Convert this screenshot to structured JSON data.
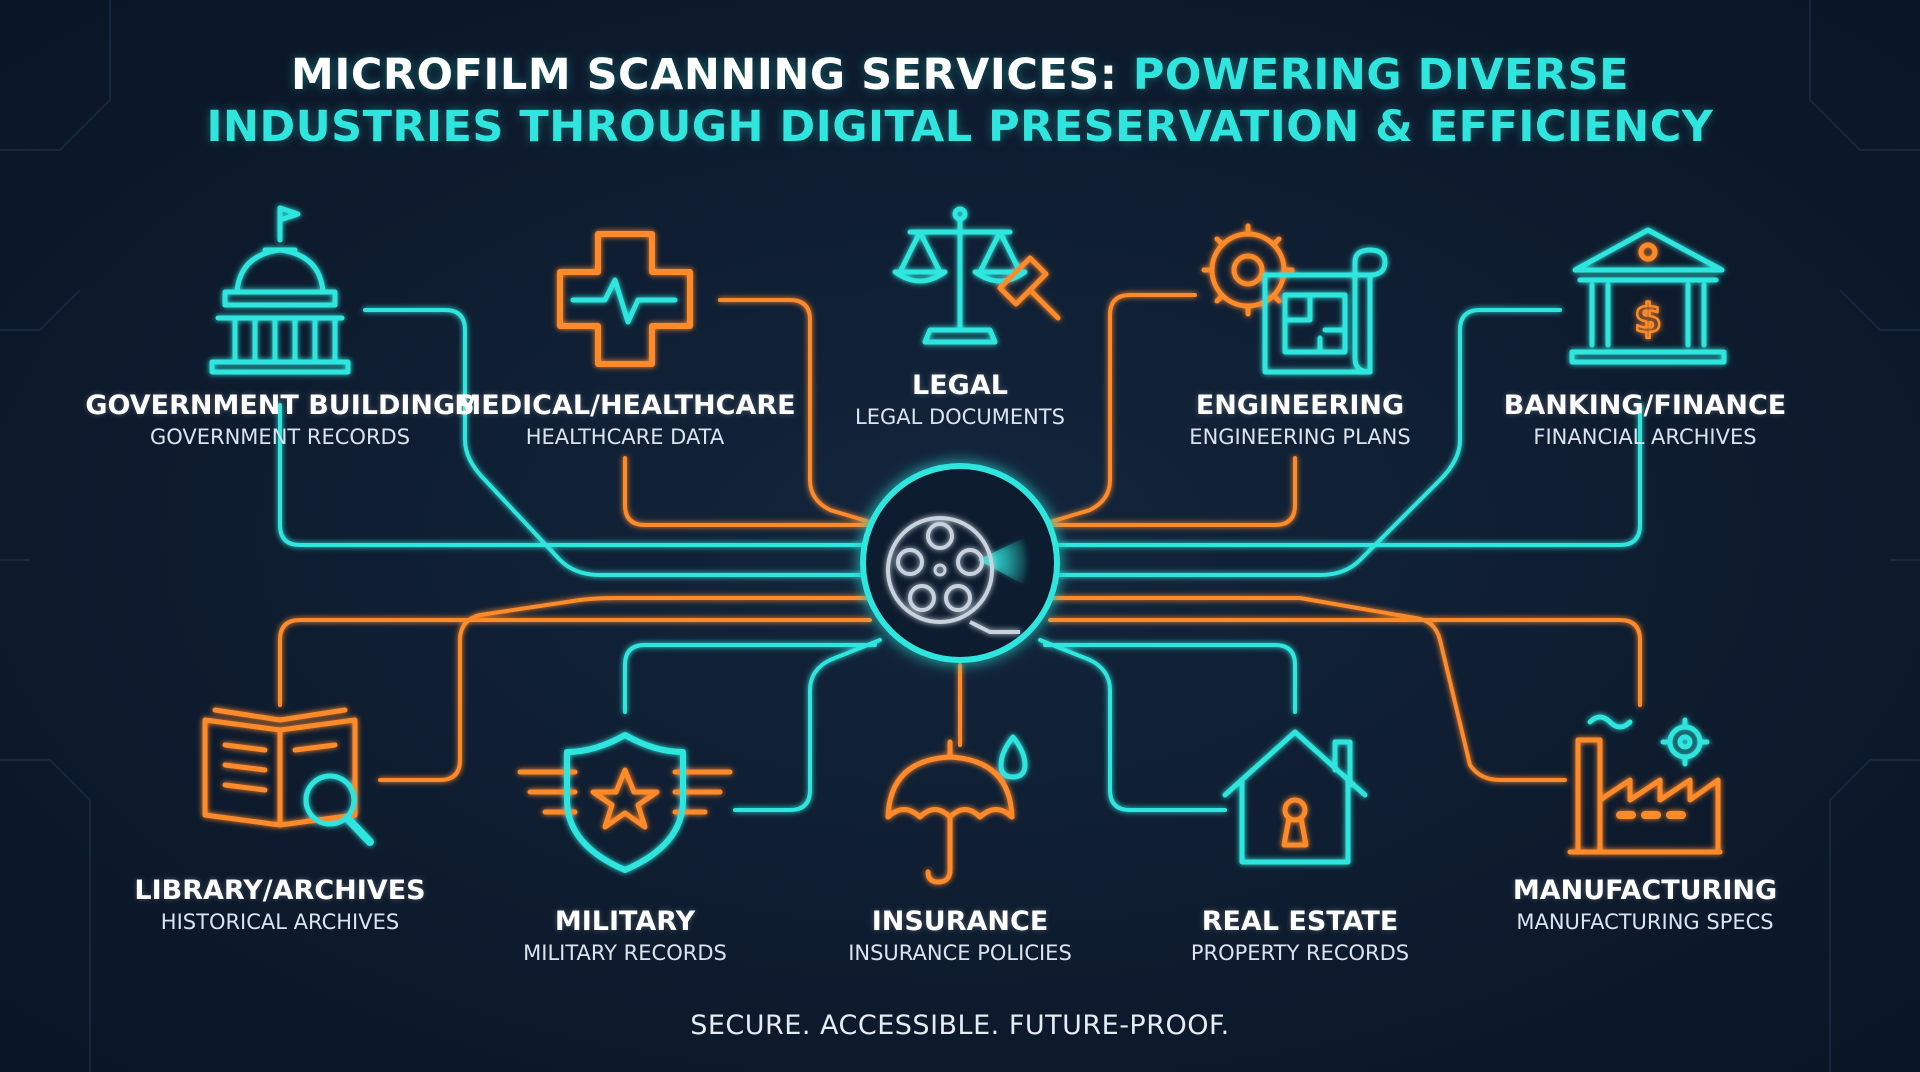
{
  "title": {
    "line1_white": "MICROFILM SCANNING SERVICES:",
    "line1_cyan": "POWERING DIVERSE",
    "line2": "INDUSTRIES THROUGH DIGITAL PRESERVATION & EFFICIENCY"
  },
  "hub": {
    "icon": "film-reel-icon"
  },
  "industries": [
    {
      "id": "government",
      "name": "GOVERNMENT BUILDINGS",
      "subtitle": "GOVERNMENT RECORDS",
      "icon": "capitol-building-icon",
      "color": "#2fe6de"
    },
    {
      "id": "medical",
      "name": "MEDICAL/HEALTHCARE",
      "subtitle": "HEALTHCARE DATA",
      "icon": "medical-cross-icon",
      "color": "#ff8a2a"
    },
    {
      "id": "legal",
      "name": "LEGAL",
      "subtitle": "LEGAL DOCUMENTS",
      "icon": "scales-gavel-icon",
      "color": "#2fe6de"
    },
    {
      "id": "engineering",
      "name": "ENGINEERING",
      "subtitle": "ENGINEERING PLANS",
      "icon": "gear-blueprint-icon",
      "color": "#ff8a2a"
    },
    {
      "id": "banking",
      "name": "BANKING/FINANCE",
      "subtitle": "FINANCIAL ARCHIVES",
      "icon": "bank-icon",
      "color": "#2fe6de"
    },
    {
      "id": "library",
      "name": "LIBRARY/ARCHIVES",
      "subtitle": "HISTORICAL ARCHIVES",
      "icon": "book-magnifier-icon",
      "color": "#ff8a2a"
    },
    {
      "id": "military",
      "name": "MILITARY",
      "subtitle": "MILITARY RECORDS",
      "icon": "winged-shield-icon",
      "color": "#2fe6de"
    },
    {
      "id": "insurance",
      "name": "INSURANCE",
      "subtitle": "INSURANCE POLICIES",
      "icon": "umbrella-icon",
      "color": "#ff8a2a"
    },
    {
      "id": "realestate",
      "name": "REAL ESTATE",
      "subtitle": "PROPERTY RECORDS",
      "icon": "house-keyhole-icon",
      "color": "#2fe6de"
    },
    {
      "id": "manufacturing",
      "name": "MANUFACTURING",
      "subtitle": "MANUFACTURING SPECS",
      "icon": "factory-icon",
      "color": "#ff8a2a"
    }
  ],
  "tagline": "SECURE. ACCESSIBLE. FUTURE-PROOF.",
  "colors": {
    "cyan": "#2fe6de",
    "orange": "#ff8a2a",
    "background": "#0e1c2f"
  }
}
